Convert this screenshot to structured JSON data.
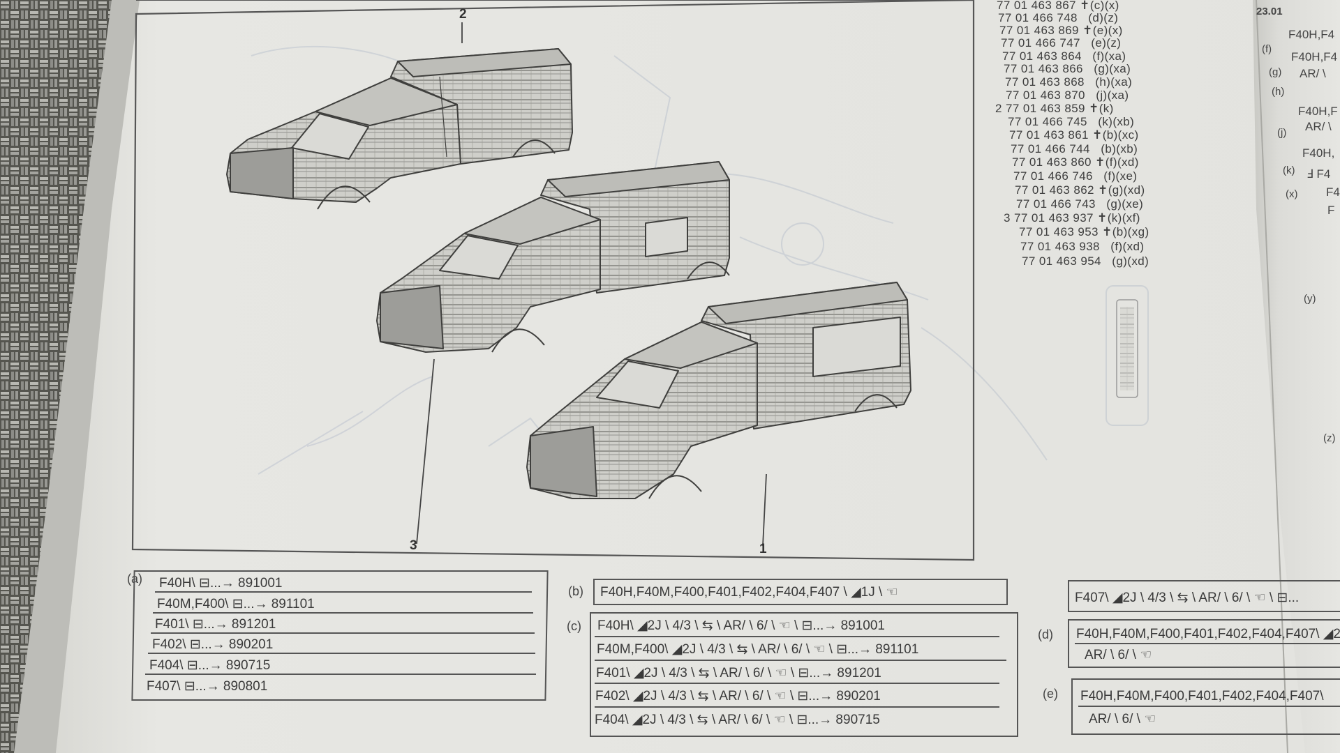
{
  "callouts": [
    "2",
    "3",
    "1"
  ],
  "parts": [
    {
      "item": "",
      "number": "77 01 463 867",
      "note": "(c)(x)"
    },
    {
      "item": "",
      "number": "77 01 466 748",
      "note": "(d)(z)"
    },
    {
      "item": "",
      "number": "77 01 463 869",
      "note": "(e)(x)"
    },
    {
      "item": "",
      "number": "77 01 466 747",
      "note": "(e)(z)"
    },
    {
      "item": "",
      "number": "77 01 463 864",
      "note": "(f)(xa)"
    },
    {
      "item": "",
      "number": "77 01 463 866",
      "note": "(g)(xa)"
    },
    {
      "item": "",
      "number": "77 01 463 868",
      "note": "(h)(xa)"
    },
    {
      "item": "",
      "number": "77 01 463 870",
      "note": "(j)(xa)"
    },
    {
      "item": "2",
      "number": "77 01 463 859",
      "note": "(k)"
    },
    {
      "item": "",
      "number": "77 01 466 745",
      "note": "(k)(xb)"
    },
    {
      "item": "",
      "number": "77 01 463 861",
      "note": "(b)(xc)"
    },
    {
      "item": "",
      "number": "77 01 466 744",
      "note": "(b)(xb)"
    },
    {
      "item": "",
      "number": "77 01 463 860",
      "note": "(f)(xd)"
    },
    {
      "item": "",
      "number": "77 01 466 746",
      "note": "(f)(xe)"
    },
    {
      "item": "",
      "number": "77 01 463 862",
      "note": "(g)(xd)"
    },
    {
      "item": "",
      "number": "77 01 466 743",
      "note": "(g)(xe)"
    },
    {
      "item": "3",
      "number": "77 01 463 937",
      "note": "(k)(xf)"
    },
    {
      "item": "",
      "number": "77 01 463 953",
      "note": "(b)(xg)"
    },
    {
      "item": "",
      "number": "77 01 463 938",
      "note": "(f)(xd)"
    },
    {
      "item": "",
      "number": "77 01 463 954",
      "note": "(g)(xd)"
    }
  ],
  "dagger_rows": [
    0,
    2,
    8,
    10,
    12,
    14,
    16,
    17
  ],
  "notes": {
    "a": {
      "label": "(a)",
      "rows": [
        "F40H\\ ⊟...→ 891001",
        "F40M,F400\\ ⊟...→ 891101",
        "F401\\ ⊟...→ 891201",
        "F402\\ ⊟...→ 890201",
        "F404\\ ⊟...→ 890715",
        "F407\\ ⊟...→ 890801"
      ]
    },
    "b": {
      "label": "(b)",
      "rows": [
        "F40H,F40M,F400,F401,F402,F404,F407 \\ ◢1J \\ ☜"
      ]
    },
    "c": {
      "label": "(c)",
      "rows": [
        "F40H\\ ◢2J \\ 4/3 \\ ⇆ \\ AR/ \\ 6/ \\ ☜ \\ ⊟...→ 891001",
        "F40M,F400\\ ◢2J \\ 4/3 \\ ⇆ \\ AR/ \\ 6/ \\ ☜ \\ ⊟...→ 891101",
        "F401\\ ◢2J \\ 4/3 \\ ⇆ \\ AR/ \\ 6/ \\ ☜ \\ ⊟...→ 891201",
        "F402\\ ◢2J \\ 4/3 \\ ⇆ \\ AR/ \\ 6/ \\ ☜ \\ ⊟...→ 890201",
        "F404\\ ◢2J \\ 4/3 \\ ⇆ \\ AR/ \\ 6/ \\ ☜ \\ ⊟...→ 890715"
      ]
    },
    "top_right": {
      "label": "",
      "rows": [
        "F407\\ ◢2J \\ 4/3 \\ ⇆ \\ AR/ \\ 6/ \\ ☜ \\ ⊟..."
      ]
    },
    "d": {
      "label": "(d)",
      "rows": [
        "F40H,F40M,F400,F401,F402,F404,F407\\ ◢2",
        "AR/ \\ 6/ \\ ☜"
      ]
    },
    "e": {
      "label": "(e)",
      "rows": [
        "F40H,F40M,F400,F401,F402,F404,F407\\",
        "AR/ \\ 6/ \\ ☜"
      ]
    }
  },
  "next_page": {
    "header": "23.01",
    "rows": [
      "F40H,F4",
      "F40H,F4",
      "AR/ \\",
      "F40H,F",
      "AR/ \\",
      "F40H,",
      "Ⅎ F4",
      "F4",
      "F"
    ],
    "labels": [
      "(f)",
      "(g)",
      "(h)",
      "(j)",
      "(k)",
      "(x)",
      "(y)",
      "(z)"
    ]
  }
}
